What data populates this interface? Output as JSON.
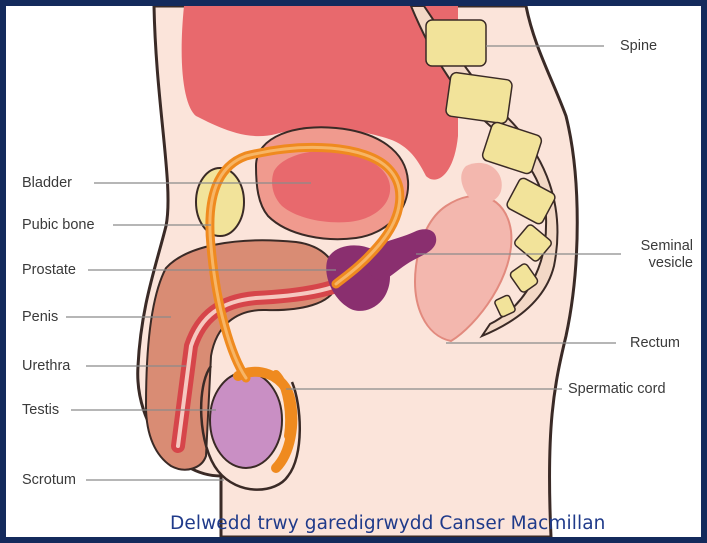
{
  "labels": {
    "spine": "Spine",
    "bladder": "Bladder",
    "pubic_bone": "Pubic bone",
    "prostate": "Prostate",
    "seminal_vesicle_line1": "Seminal",
    "seminal_vesicle_line2": "vesicle",
    "penis": "Penis",
    "rectum": "Rectum",
    "urethra": "Urethra",
    "spermatic_cord": "Spermatic cord",
    "testis": "Testis",
    "scrotum": "Scrotum"
  },
  "credit": "Delwedd trwy garedigrwydd Canser Macmillan",
  "colors": {
    "frame": "#142a5c",
    "skin": "#fbe4da",
    "outline": "#3a2a26",
    "red_tissue": "#e8696d",
    "bladder": "#f09a8e",
    "bone": "#f2e39a",
    "prostate": "#8a2f6f",
    "cord": "#ef8a1f",
    "urethra": "#d6454a",
    "penis": "#d98c74",
    "testis": "#c98fc4",
    "rectum": "#f3b7ae",
    "credit_text": "#1f3a8a",
    "leader": "#8a8a8a"
  }
}
